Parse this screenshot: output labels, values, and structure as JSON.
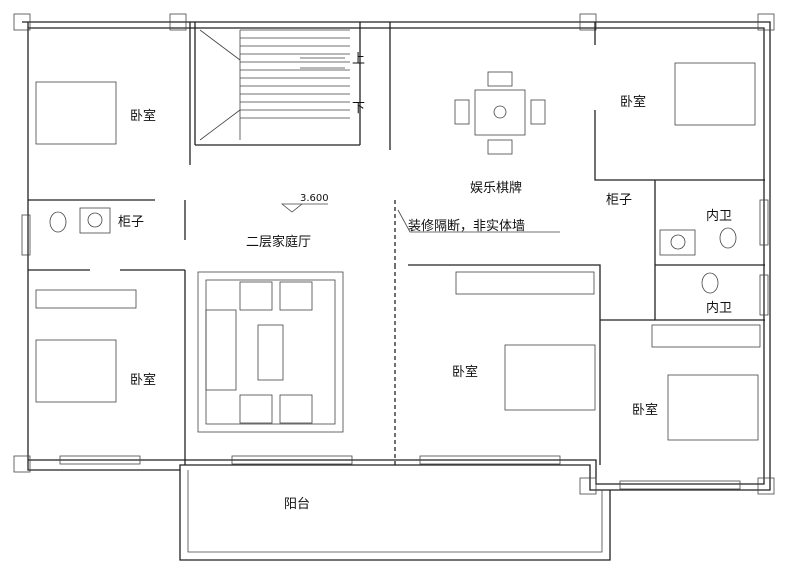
{
  "title": "二层平面布置图",
  "rooms": {
    "bedroom_top_left": "卧室",
    "bedroom_top_right": "卧室",
    "bedroom_bottom_left": "卧室",
    "bedroom_middle": "卧室",
    "bedroom_bottom_right": "卧室",
    "entertainment": "娱乐棋牌",
    "family_hall": "二层家庭厅",
    "closet_left": "柜子",
    "closet_right": "柜子",
    "bath_1": "内卫",
    "bath_2": "内卫",
    "balcony": "阳台"
  },
  "stair": {
    "up": "上",
    "down": "下"
  },
  "elevation": "3.600",
  "partition_note": "装修隔断，非实体墙"
}
